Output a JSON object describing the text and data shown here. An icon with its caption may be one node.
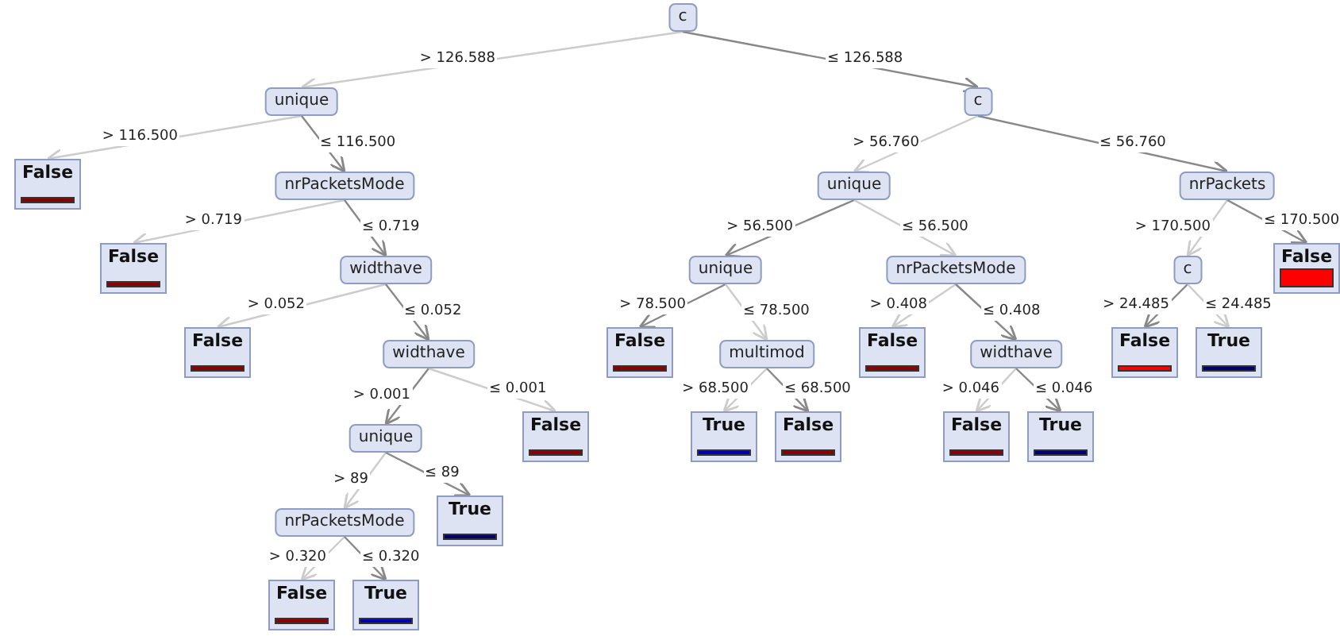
{
  "diagram": {
    "nodes": [
      {
        "text": [
          "c"
        ]
      },
      {
        "text": [
          "unique"
        ]
      },
      {
        "text": [
          "c"
        ]
      },
      {
        "text": [
          "False"
        ]
      },
      {
        "text": [
          "nrPacketsMode"
        ]
      },
      {
        "text": [
          "unique"
        ]
      },
      {
        "text": [
          "nrPackets"
        ]
      },
      {
        "text": [
          "False"
        ]
      },
      {
        "text": [
          "widthave"
        ]
      },
      {
        "text": [
          "unique"
        ]
      },
      {
        "text": [
          "nrPacketsMode"
        ]
      },
      {
        "text": [
          "c"
        ]
      },
      {
        "text": [
          "False"
        ]
      },
      {
        "text": [
          "False"
        ]
      },
      {
        "text": [
          "widthave"
        ]
      },
      {
        "text": [
          "False"
        ]
      },
      {
        "text": [
          "multimod"
        ]
      },
      {
        "text": [
          "False"
        ]
      },
      {
        "text": [
          "widthave"
        ]
      },
      {
        "text": [
          "False"
        ]
      },
      {
        "text": [
          "True"
        ]
      },
      {
        "text": [
          "unique"
        ]
      },
      {
        "text": [
          "False"
        ]
      },
      {
        "text": [
          "True"
        ]
      },
      {
        "text": [
          "False"
        ]
      },
      {
        "text": [
          "False"
        ]
      },
      {
        "text": [
          "True"
        ]
      },
      {
        "text": [
          "nrPacketsMode"
        ]
      },
      {
        "text": [
          "True"
        ]
      },
      {
        "text": [
          "False"
        ]
      },
      {
        "text": [
          "True"
        ]
      }
    ],
    "edges": [
      {
        "from": 0,
        "to": 1,
        "arrow": "to",
        "label": "> 126.588",
        "color": "#cccccc"
      },
      {
        "from": 0,
        "to": 2,
        "arrow": "to",
        "label": "≤ 126.588"
      },
      {
        "from": 1,
        "to": 3,
        "arrow": "to",
        "label": "> 116.500",
        "color": "#cccccc"
      },
      {
        "from": 1,
        "to": 4,
        "arrow": "to",
        "label": "≤ 116.500"
      },
      {
        "from": 2,
        "to": 5,
        "arrow": "to",
        "label": "> 56.760",
        "color": "#cccccc"
      },
      {
        "from": 2,
        "to": 6,
        "arrow": "to",
        "label": "≤ 56.760"
      },
      {
        "from": 4,
        "to": 7,
        "arrow": "to",
        "label": "> 0.719",
        "color": "#cccccc"
      },
      {
        "from": 4,
        "to": 8,
        "arrow": "to",
        "label": "≤ 0.719"
      },
      {
        "from": 5,
        "to": 9,
        "arrow": "to",
        "label": "> 56.500"
      },
      {
        "from": 5,
        "to": 10,
        "arrow": "to",
        "label": "≤ 56.500",
        "color": "#cccccc"
      },
      {
        "from": 6,
        "to": 11,
        "arrow": "to",
        "label": "> 170.500",
        "color": "#cccccc"
      },
      {
        "from": 6,
        "to": 12,
        "arrow": "to",
        "label": "≤ 170.500"
      },
      {
        "from": 8,
        "to": 13,
        "arrow": "to",
        "label": "> 0.052",
        "color": "#cccccc"
      },
      {
        "from": 8,
        "to": 14,
        "arrow": "to",
        "label": "≤ 0.052"
      },
      {
        "from": 9,
        "to": 15,
        "arrow": "to",
        "label": "> 78.500"
      },
      {
        "from": 9,
        "to": 16,
        "arrow": "to",
        "label": "≤ 78.500",
        "color": "#cccccc"
      },
      {
        "from": 10,
        "to": 17,
        "arrow": "to",
        "label": "> 0.408",
        "color": "#cccccc"
      },
      {
        "from": 10,
        "to": 18,
        "arrow": "to",
        "label": "≤ 0.408"
      },
      {
        "from": 11,
        "to": 19,
        "arrow": "to",
        "label": "> 24.485"
      },
      {
        "from": 11,
        "to": 20,
        "arrow": "to",
        "label": "≤ 24.485",
        "color": "#cccccc"
      },
      {
        "from": 14,
        "to": 21,
        "arrow": "to",
        "label": "> 0.001"
      },
      {
        "from": 14,
        "to": 22,
        "arrow": "to",
        "label": "≤ 0.001",
        "color": "#cccccc"
      },
      {
        "from": 16,
        "to": 23,
        "arrow": "to",
        "label": "> 68.500",
        "color": "#cccccc"
      },
      {
        "from": 16,
        "to": 24,
        "arrow": "to",
        "label": "≤ 68.500"
      },
      {
        "from": 18,
        "to": 25,
        "arrow": "to",
        "label": "> 0.046",
        "color": "#cccccc"
      },
      {
        "from": 18,
        "to": 26,
        "arrow": "to",
        "label": "≤ 0.046"
      },
      {
        "from": 21,
        "to": 27,
        "arrow": "to",
        "label": "> 89",
        "color": "#cccccc"
      },
      {
        "from": 21,
        "to": 28,
        "arrow": "to",
        "label": "≤ 89"
      },
      {
        "from": 27,
        "to": 29,
        "arrow": "to",
        "label": "> 0.320",
        "color": "#cccccc"
      },
      {
        "from": 27,
        "to": 30,
        "arrow": "to",
        "label": "≤ 0.320"
      }
    ]
  }
}
